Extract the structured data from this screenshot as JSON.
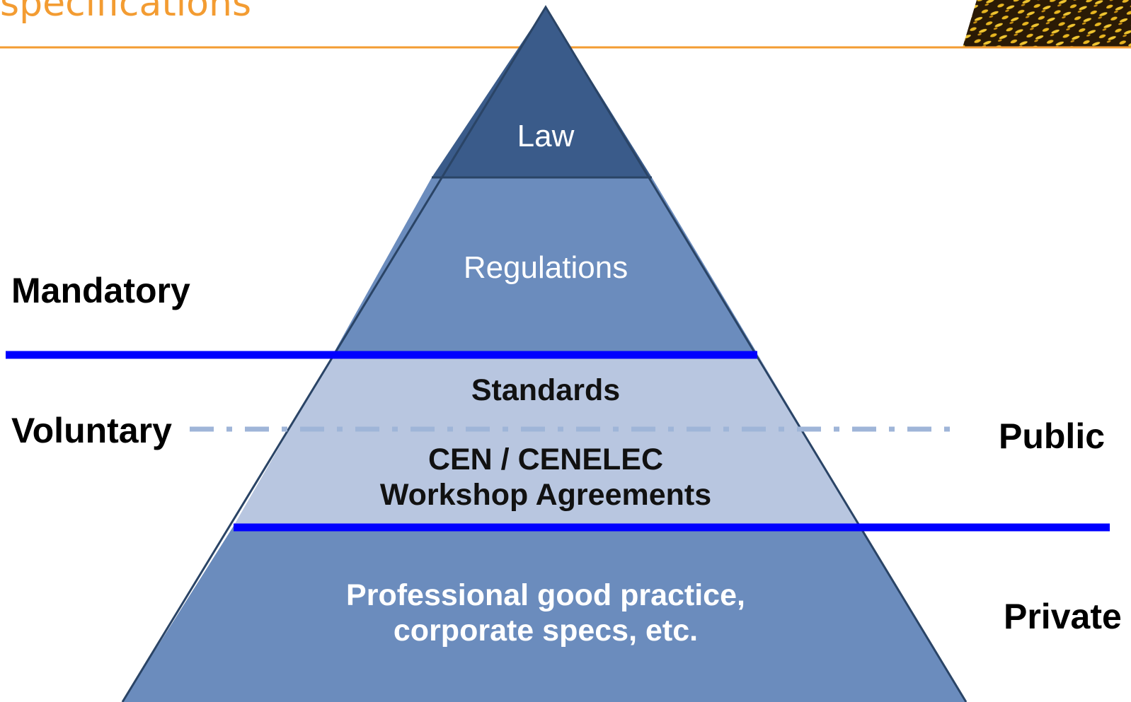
{
  "header": {
    "title_fragment": "specifications",
    "accent_color": "#f39c32"
  },
  "pyramid": {
    "tiers": [
      {
        "lines": [
          "Law"
        ],
        "color": "#3a5b8a"
      },
      {
        "lines": [
          "Regulations"
        ],
        "color": "#6b8cbd"
      },
      {
        "lines": [
          "Standards",
          "CEN / CENELEC",
          "Workshop Agreements"
        ],
        "color": "#b8c6e0"
      },
      {
        "lines": [
          "Professional good  practice,",
          "corporate specs, etc."
        ],
        "color": "#6b8cbd"
      }
    ],
    "outline_color": "#2a4466"
  },
  "dividers": {
    "color": "#0000ff",
    "dashdot_color": "#9fb5d8"
  },
  "labels": {
    "mandatory": "Mandatory",
    "voluntary": "Voluntary",
    "public": "Public",
    "private": "Private"
  },
  "photo": {
    "description_icon": "leopard-fur-photo-icon"
  }
}
